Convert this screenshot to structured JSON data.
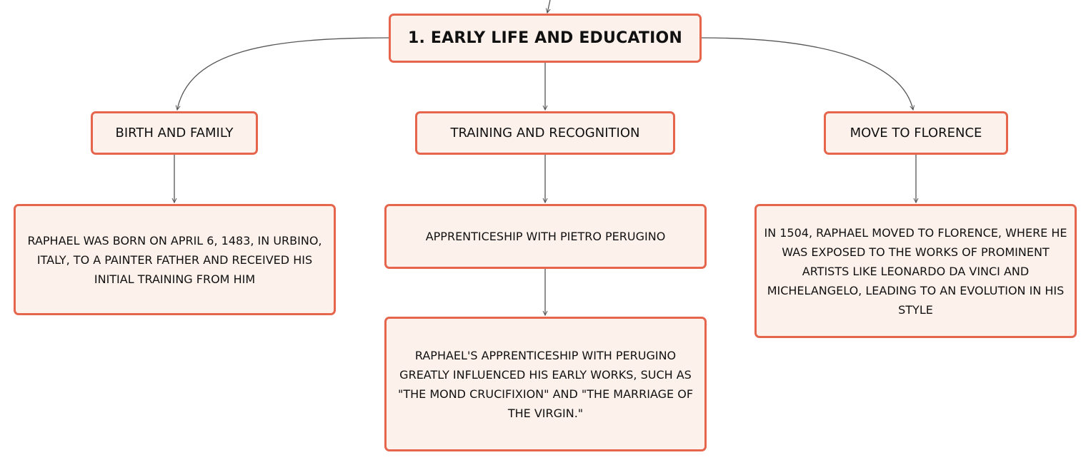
{
  "mindmap": {
    "root": {
      "label": "1. Early Life and Education"
    },
    "branches": [
      {
        "label": "Birth and Family",
        "details": [
          "Raphael was born on April 6, 1483, in Urbino, Italy, to a painter father and received his initial training from him"
        ]
      },
      {
        "label": "Training and Recognition",
        "details": [
          "Apprenticeship with Pietro Perugino",
          "Raphael's apprenticeship with Perugino greatly influenced his early works, such as \"The Mond Crucifixion\" and \"The Marriage of the Virgin.\""
        ]
      },
      {
        "label": "Move to Florence",
        "details": [
          "In 1504, Raphael moved to Florence, where he was exposed to the works of prominent artists like Leonardo da Vinci and Michelangelo, leading to an evolution in his style"
        ]
      }
    ],
    "colors": {
      "node_border": "#e5654d",
      "node_fill": "#fdf1ec",
      "connector": "#555555",
      "text": "#111111"
    }
  }
}
